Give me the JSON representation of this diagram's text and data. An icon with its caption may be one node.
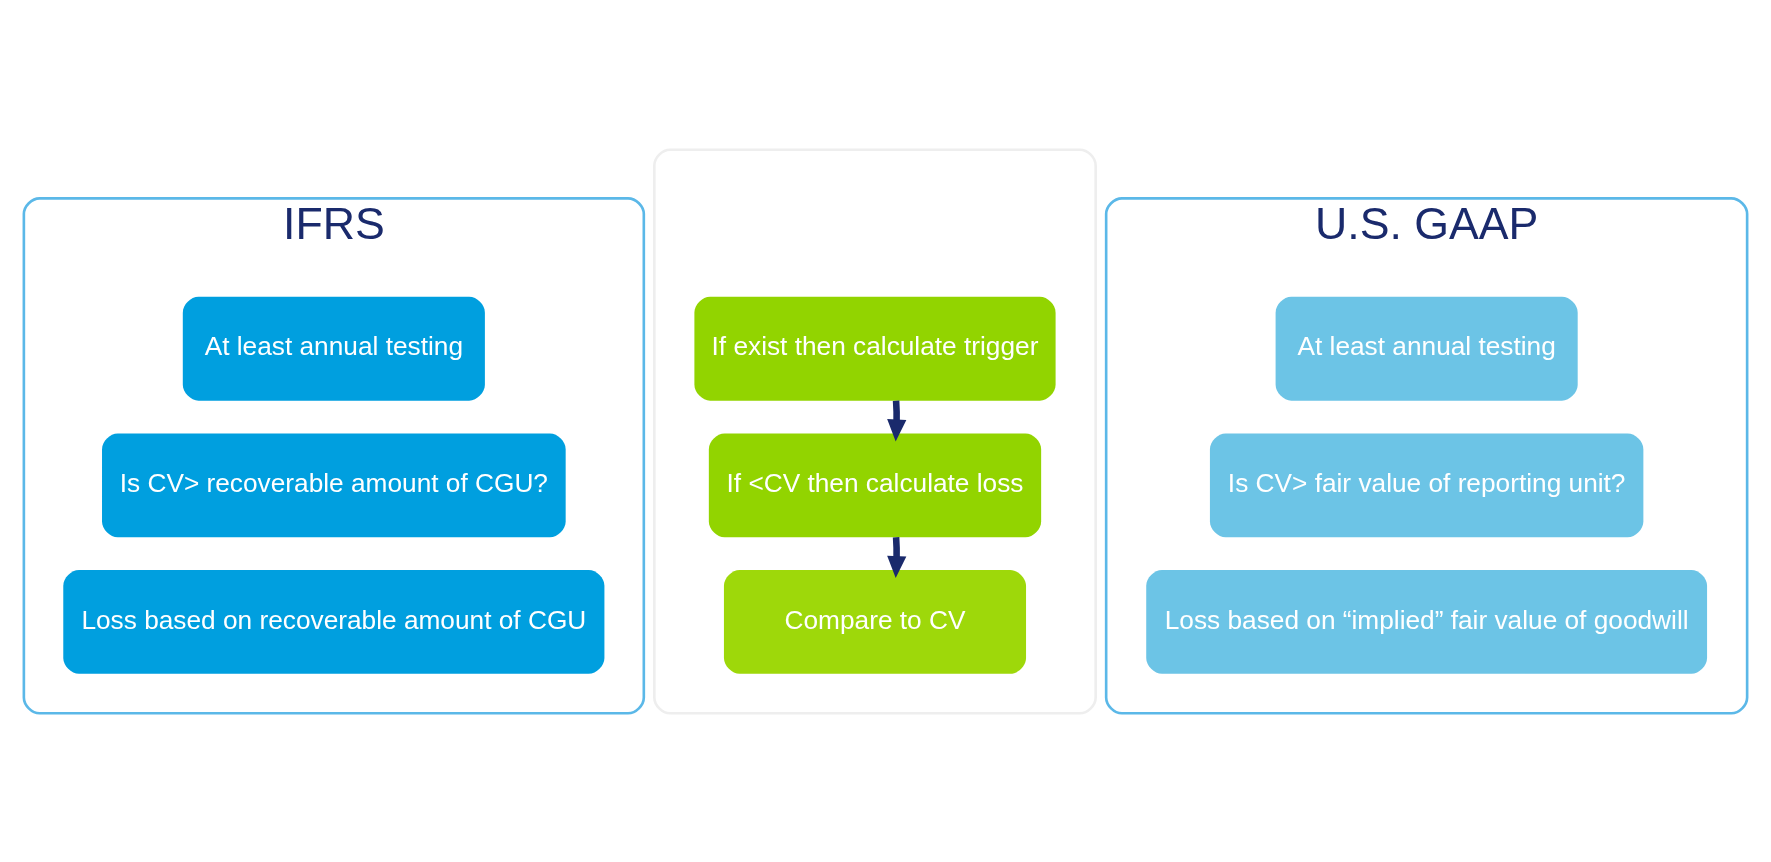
{
  "diagram": {
    "nodes": [
      {
        "text": [
          "IFRS"
        ]
      },
      {
        "text": [
          "At least annual testing"
        ],
        "in": 0
      },
      {
        "text": [
          "Is CV> recoverable amount of CGU?"
        ],
        "in": 0
      },
      {
        "text": [
          "Loss based on recoverable amount of CGU"
        ],
        "in": 0
      },
      {
        "text": [],
        "shape": "box"
      },
      {
        "text": [
          "If exist then calculate trigger"
        ],
        "in": 4
      },
      {
        "text": [
          "If <CV then calculate loss"
        ],
        "in": 4
      },
      {
        "text": [
          "Compare to CV"
        ],
        "in": 4
      },
      {
        "text": [
          "U.S. GAAP"
        ]
      },
      {
        "text": [
          "At least annual testing"
        ],
        "in": 8
      },
      {
        "text": [
          "Is CV> fair value of reporting unit?"
        ],
        "in": 8
      },
      {
        "text": [
          "Loss based on “implied” fair value of goodwill"
        ],
        "in": 8
      }
    ],
    "edges": [
      {
        "from": 5,
        "to": 6,
        "arrow": "to"
      },
      {
        "from": 6,
        "to": 7,
        "arrow": "to"
      }
    ]
  }
}
